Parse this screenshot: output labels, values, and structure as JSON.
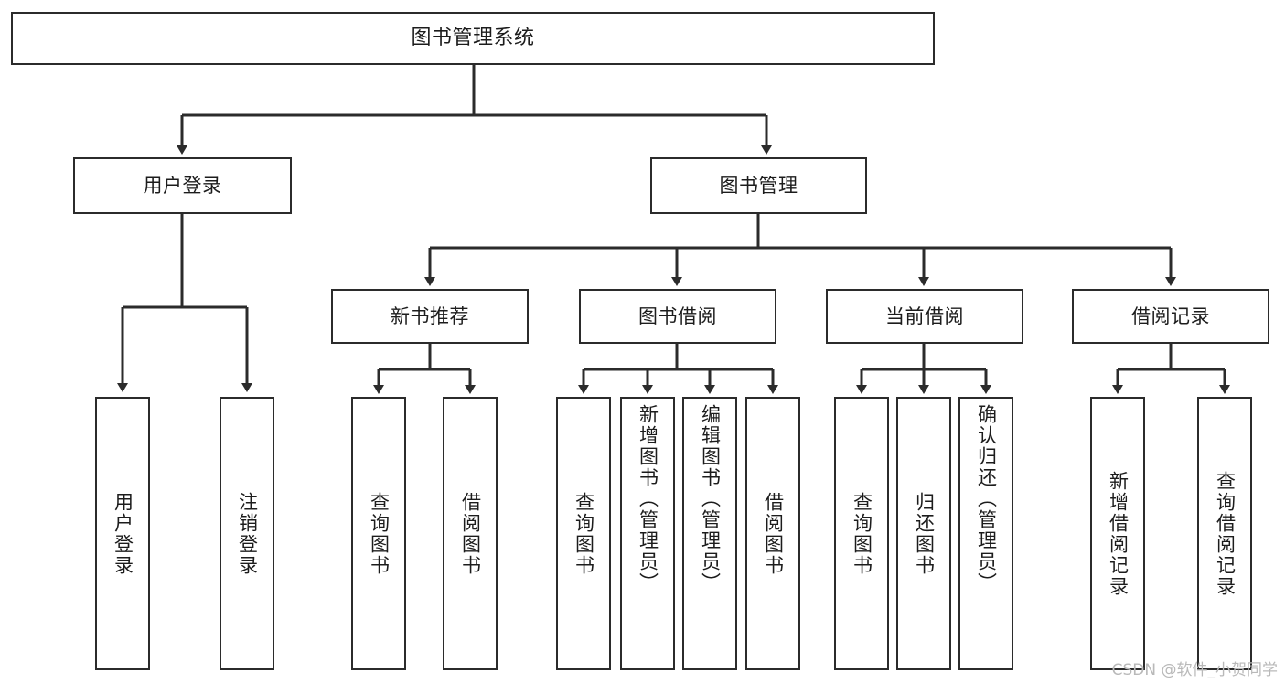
{
  "diagram": {
    "title": "图书管理系统",
    "type": "hierarchy-tree",
    "watermark": "CSDN @软件_小贺同学",
    "colors": {
      "stroke": "#2b2b2b",
      "fill": "#ffffff",
      "text": "#1c1c1c",
      "watermark": "#b9b9b9"
    },
    "root": {
      "label": "图书管理系统"
    },
    "level2": [
      {
        "label": "用户登录"
      },
      {
        "label": "图书管理"
      }
    ],
    "level3": [
      {
        "label": "新书推荐"
      },
      {
        "label": "图书借阅"
      },
      {
        "label": "当前借阅"
      },
      {
        "label": "借阅记录"
      }
    ],
    "leaves": {
      "user_login": [
        {
          "label": "用户登录"
        },
        {
          "label": "注销登录"
        }
      ],
      "new_book": [
        {
          "label": "查询图书"
        },
        {
          "label": "借阅图书"
        }
      ],
      "book_borrow": [
        {
          "label": "查询图书"
        },
        {
          "label": "新增图书（管理员）"
        },
        {
          "label": "编辑图书（管理员）"
        },
        {
          "label": "借阅图书"
        }
      ],
      "current_borrow": [
        {
          "label": "查询图书"
        },
        {
          "label": "归还图书"
        },
        {
          "label": "确认归还（管理员）"
        }
      ],
      "borrow_record": [
        {
          "label": "新增借阅记录"
        },
        {
          "label": "查询借阅记录"
        }
      ]
    }
  }
}
